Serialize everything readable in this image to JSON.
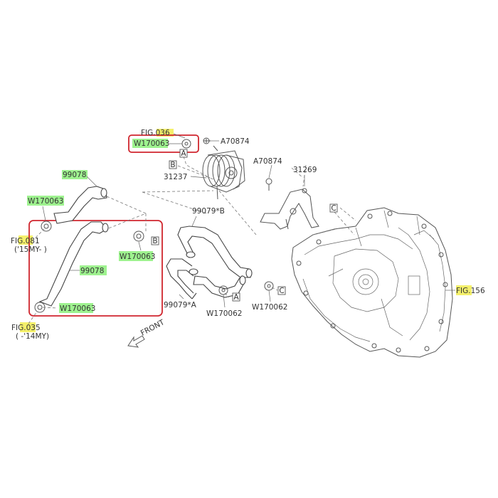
{
  "diagram": {
    "colors": {
      "highlight_green": "#9ef28f",
      "highlight_yellow": "#f4f06b",
      "callout_red": "#d0262e",
      "line": "#555555"
    },
    "labels": {
      "fig036": "FIG.036",
      "w_top": "W170063",
      "a70874_top": "A70874",
      "a70874_mid": "A70874",
      "p31237": "31237",
      "p31269": "31269",
      "p99078_top": "99078",
      "w_left": "W170063",
      "fig081": "FIG.081",
      "fig081_note": "('15MY- )",
      "w_mid": "W170063",
      "p99078_mid": "99078",
      "w_bottom": "W170063",
      "fig035": "FIG.035",
      "fig035_note": "( -'14MY)",
      "p99079b": "99079*B",
      "p99079a": "99079*A",
      "w170062_a": "W170062",
      "w170062_c": "W170062",
      "fig156": "FIG.156",
      "front": "FRONT"
    },
    "refs": {
      "a_top": "A",
      "b_top": "B",
      "b_mid": "B",
      "a_bottom": "A",
      "c_right": "C",
      "c_top": "C"
    }
  }
}
